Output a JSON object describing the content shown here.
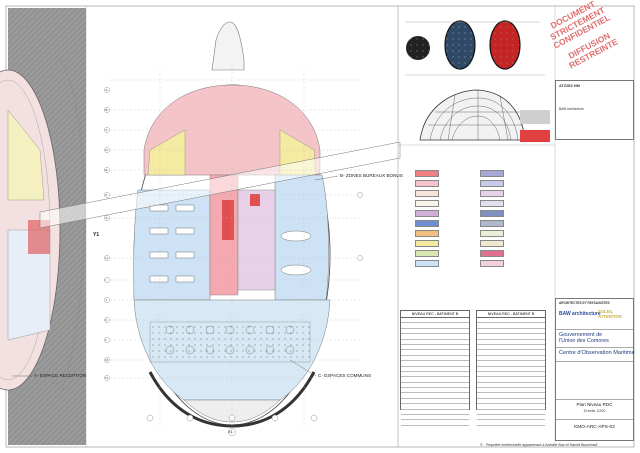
{
  "stamp": {
    "line1": "DOCUMENT",
    "line2": "STRICTEMENT",
    "line3": "CONFIDENTIEL",
    "line4": "DIFFUSION",
    "line5": "RESTREINTE"
  },
  "zones": {
    "b": "B- ZONES BUREAUX  BONUS",
    "c": "C- ESPACES COMMUNS",
    "a": "A- ESPACE RECEPTION"
  },
  "axis_label": "Y1",
  "axis_label_bottom": "X1",
  "grid_letters": [
    "A",
    "B",
    "C",
    "D",
    "E",
    "F",
    "G",
    "H",
    "I",
    "J",
    "K",
    "L",
    "M",
    "N"
  ],
  "tables": {
    "left_title": "NIVEAU REC - BATIMENT B",
    "right_title": "NIVEAU REC - BATIMENT B"
  },
  "title_block": {
    "section_head": "ARCHITECTES ET PAYSAGISTES",
    "firm": "BAW architecture",
    "brand": "SOLEIL ATTENTION",
    "client_line1": "Gouvernement de",
    "client_line2": "l'Union des Comores",
    "project": "Centre d'Observation Maritime",
    "drawing_title": "Plan Niveau RDC",
    "scale": "Echelle 1/200",
    "drawing_code": "KMO-ARC-APS-02",
    "rev_code": "ATZ2E2 HM"
  },
  "footer_note": "© - Propriété intellectuelle appartenant à Antoine Baz et Hamid Boumhadi"
}
